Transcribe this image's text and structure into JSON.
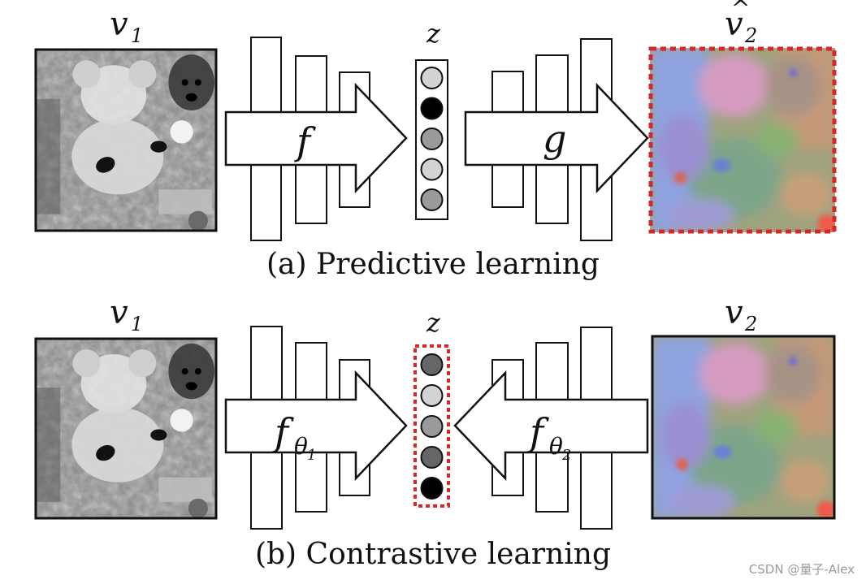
{
  "panels": {
    "predictive": {
      "caption": "(a) Predictive learning",
      "input_label": "v",
      "input_sub": "1",
      "encoder_label": "f",
      "latent_label": "z",
      "decoder_label": "g",
      "output_label": "v",
      "output_hat": "^",
      "output_sub": "2",
      "latent_nodes": [
        "#d3d3d3",
        "#000000",
        "#9a9a9a",
        "#d3d3d3",
        "#9a9a9a"
      ]
    },
    "contrastive": {
      "caption": "(b) Contrastive learning",
      "input_label": "v",
      "input_sub": "1",
      "encoder1_label": "f",
      "encoder1_sub": "θ",
      "encoder1_subsub": "1",
      "latent_label": "z",
      "encoder2_label": "f",
      "encoder2_sub": "θ",
      "encoder2_subsub": "2",
      "output_label": "v",
      "output_sub": "2",
      "latent_nodes": [
        "#666666",
        "#d3d3d3",
        "#9a9a9a",
        "#666666",
        "#000000"
      ]
    }
  },
  "colors": {
    "dashed_border": "#d62828"
  },
  "watermark": "CSDN @量子-Alex"
}
